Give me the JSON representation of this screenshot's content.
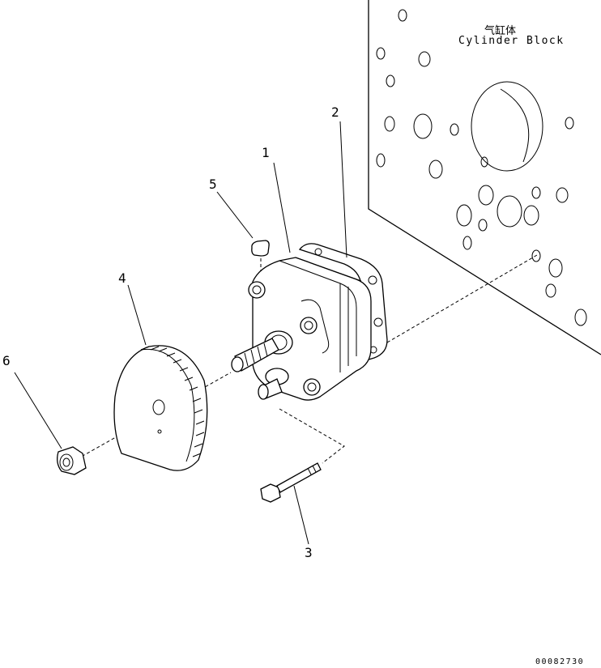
{
  "diagram": {
    "title_cn": "气缸体",
    "title_en": "Cylinder Block",
    "figure_code": "00082730",
    "callouts": [
      {
        "id": "1",
        "label": "1"
      },
      {
        "id": "2",
        "label": "2"
      },
      {
        "id": "3",
        "label": "3"
      },
      {
        "id": "4",
        "label": "4"
      },
      {
        "id": "5",
        "label": "5"
      },
      {
        "id": "6",
        "label": "6"
      }
    ]
  }
}
